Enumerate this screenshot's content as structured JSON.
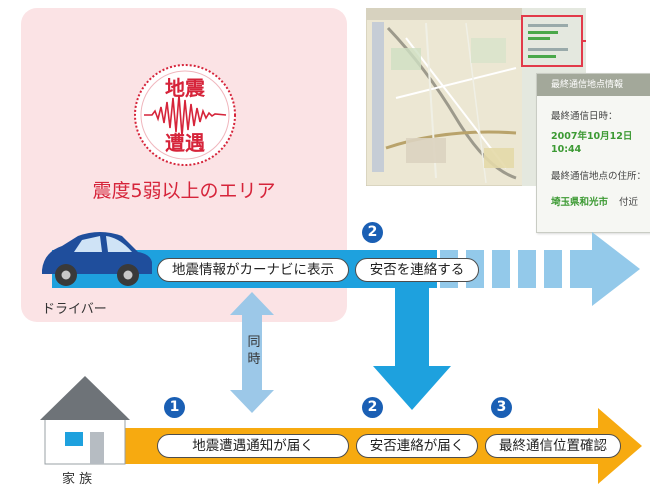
{
  "quake_badge": {
    "line1": "地震",
    "line2": "遭遇"
  },
  "quake_area_label": "震度5弱以上のエリア",
  "driver": {
    "label": "ドライバー",
    "step_number": "2",
    "pills": [
      "地震情報がカーナビに表示",
      "安否を連絡する"
    ]
  },
  "simultaneous_label": [
    "同",
    "時"
  ],
  "family": {
    "label": "家 族",
    "steps": [
      {
        "number": "1",
        "label": "地震遭遇通知が届く"
      },
      {
        "number": "2",
        "label": "安否連絡が届く"
      },
      {
        "number": "3",
        "label": "最終通信位置確認"
      }
    ]
  },
  "info_panel": {
    "header": "最終通信地点情報",
    "datetime_label": "最終通信日時：",
    "date": "2007年10月12日",
    "time": "10:44",
    "location_label": "最終通信地点の住所：",
    "address": "埼玉県和光市",
    "address_suffix": "付近"
  },
  "colors": {
    "quake_zone": "#fbe3e5",
    "driver_arrow": "#1ea1de",
    "driver_arrow_light": "#93c9ea",
    "family_arrow": "#f7aa10",
    "simultaneous_arrow": "#9cc8e8",
    "step_circle": "#1a5fb4",
    "badge_red": "#d6243a",
    "panel_connector": "#e23a4a"
  }
}
